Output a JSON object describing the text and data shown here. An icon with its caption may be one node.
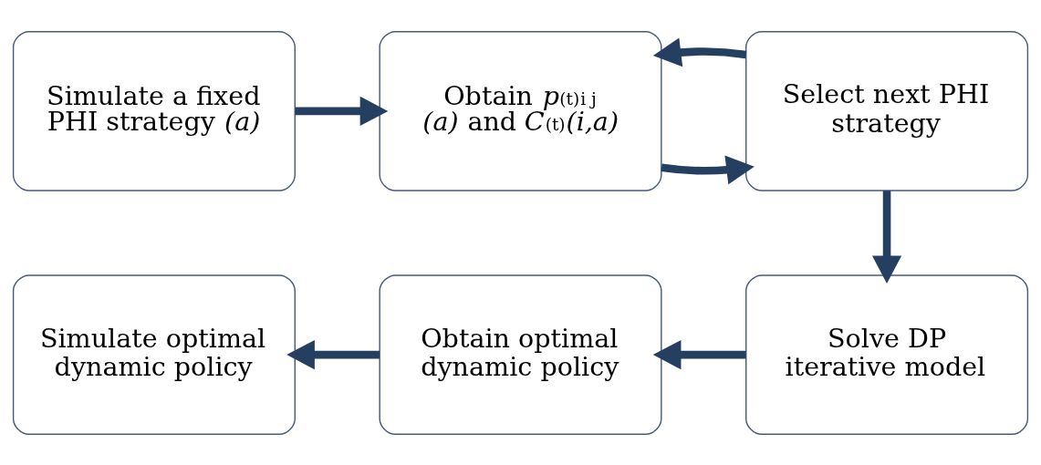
{
  "diagram": {
    "nodes": [
      {
        "text": [
          "Simulate a fixed PHI strategy *(a)*"
        ]
      },
      {
        "text": [
          "Obtain *p*$^{(t)}$$_{i j}$ *(a)* and *C*$^{(t)}$*(i,a)*"
        ]
      },
      {
        "text": [
          "Select next PHI strategy"
        ]
      },
      {
        "text": [
          "Solve DP iterative model"
        ]
      },
      {
        "text": [
          "Obtain optimal dynamic policy"
        ]
      },
      {
        "text": [
          "Simulate optimal dynamic policy"
        ]
      }
    ],
    "edges": [
      {
        "from": 0,
        "to": 1,
        "arrow": "to"
      },
      {
        "from": 1,
        "to": 2,
        "arrow": "to"
      },
      {
        "from": 2,
        "to": 1,
        "arrow": "to"
      },
      {
        "from": 2,
        "to": 3,
        "arrow": "to"
      },
      {
        "from": 3,
        "to": 4,
        "arrow": "to"
      },
      {
        "from": 4,
        "to": 5,
        "arrow": "to"
      }
    ]
  }
}
